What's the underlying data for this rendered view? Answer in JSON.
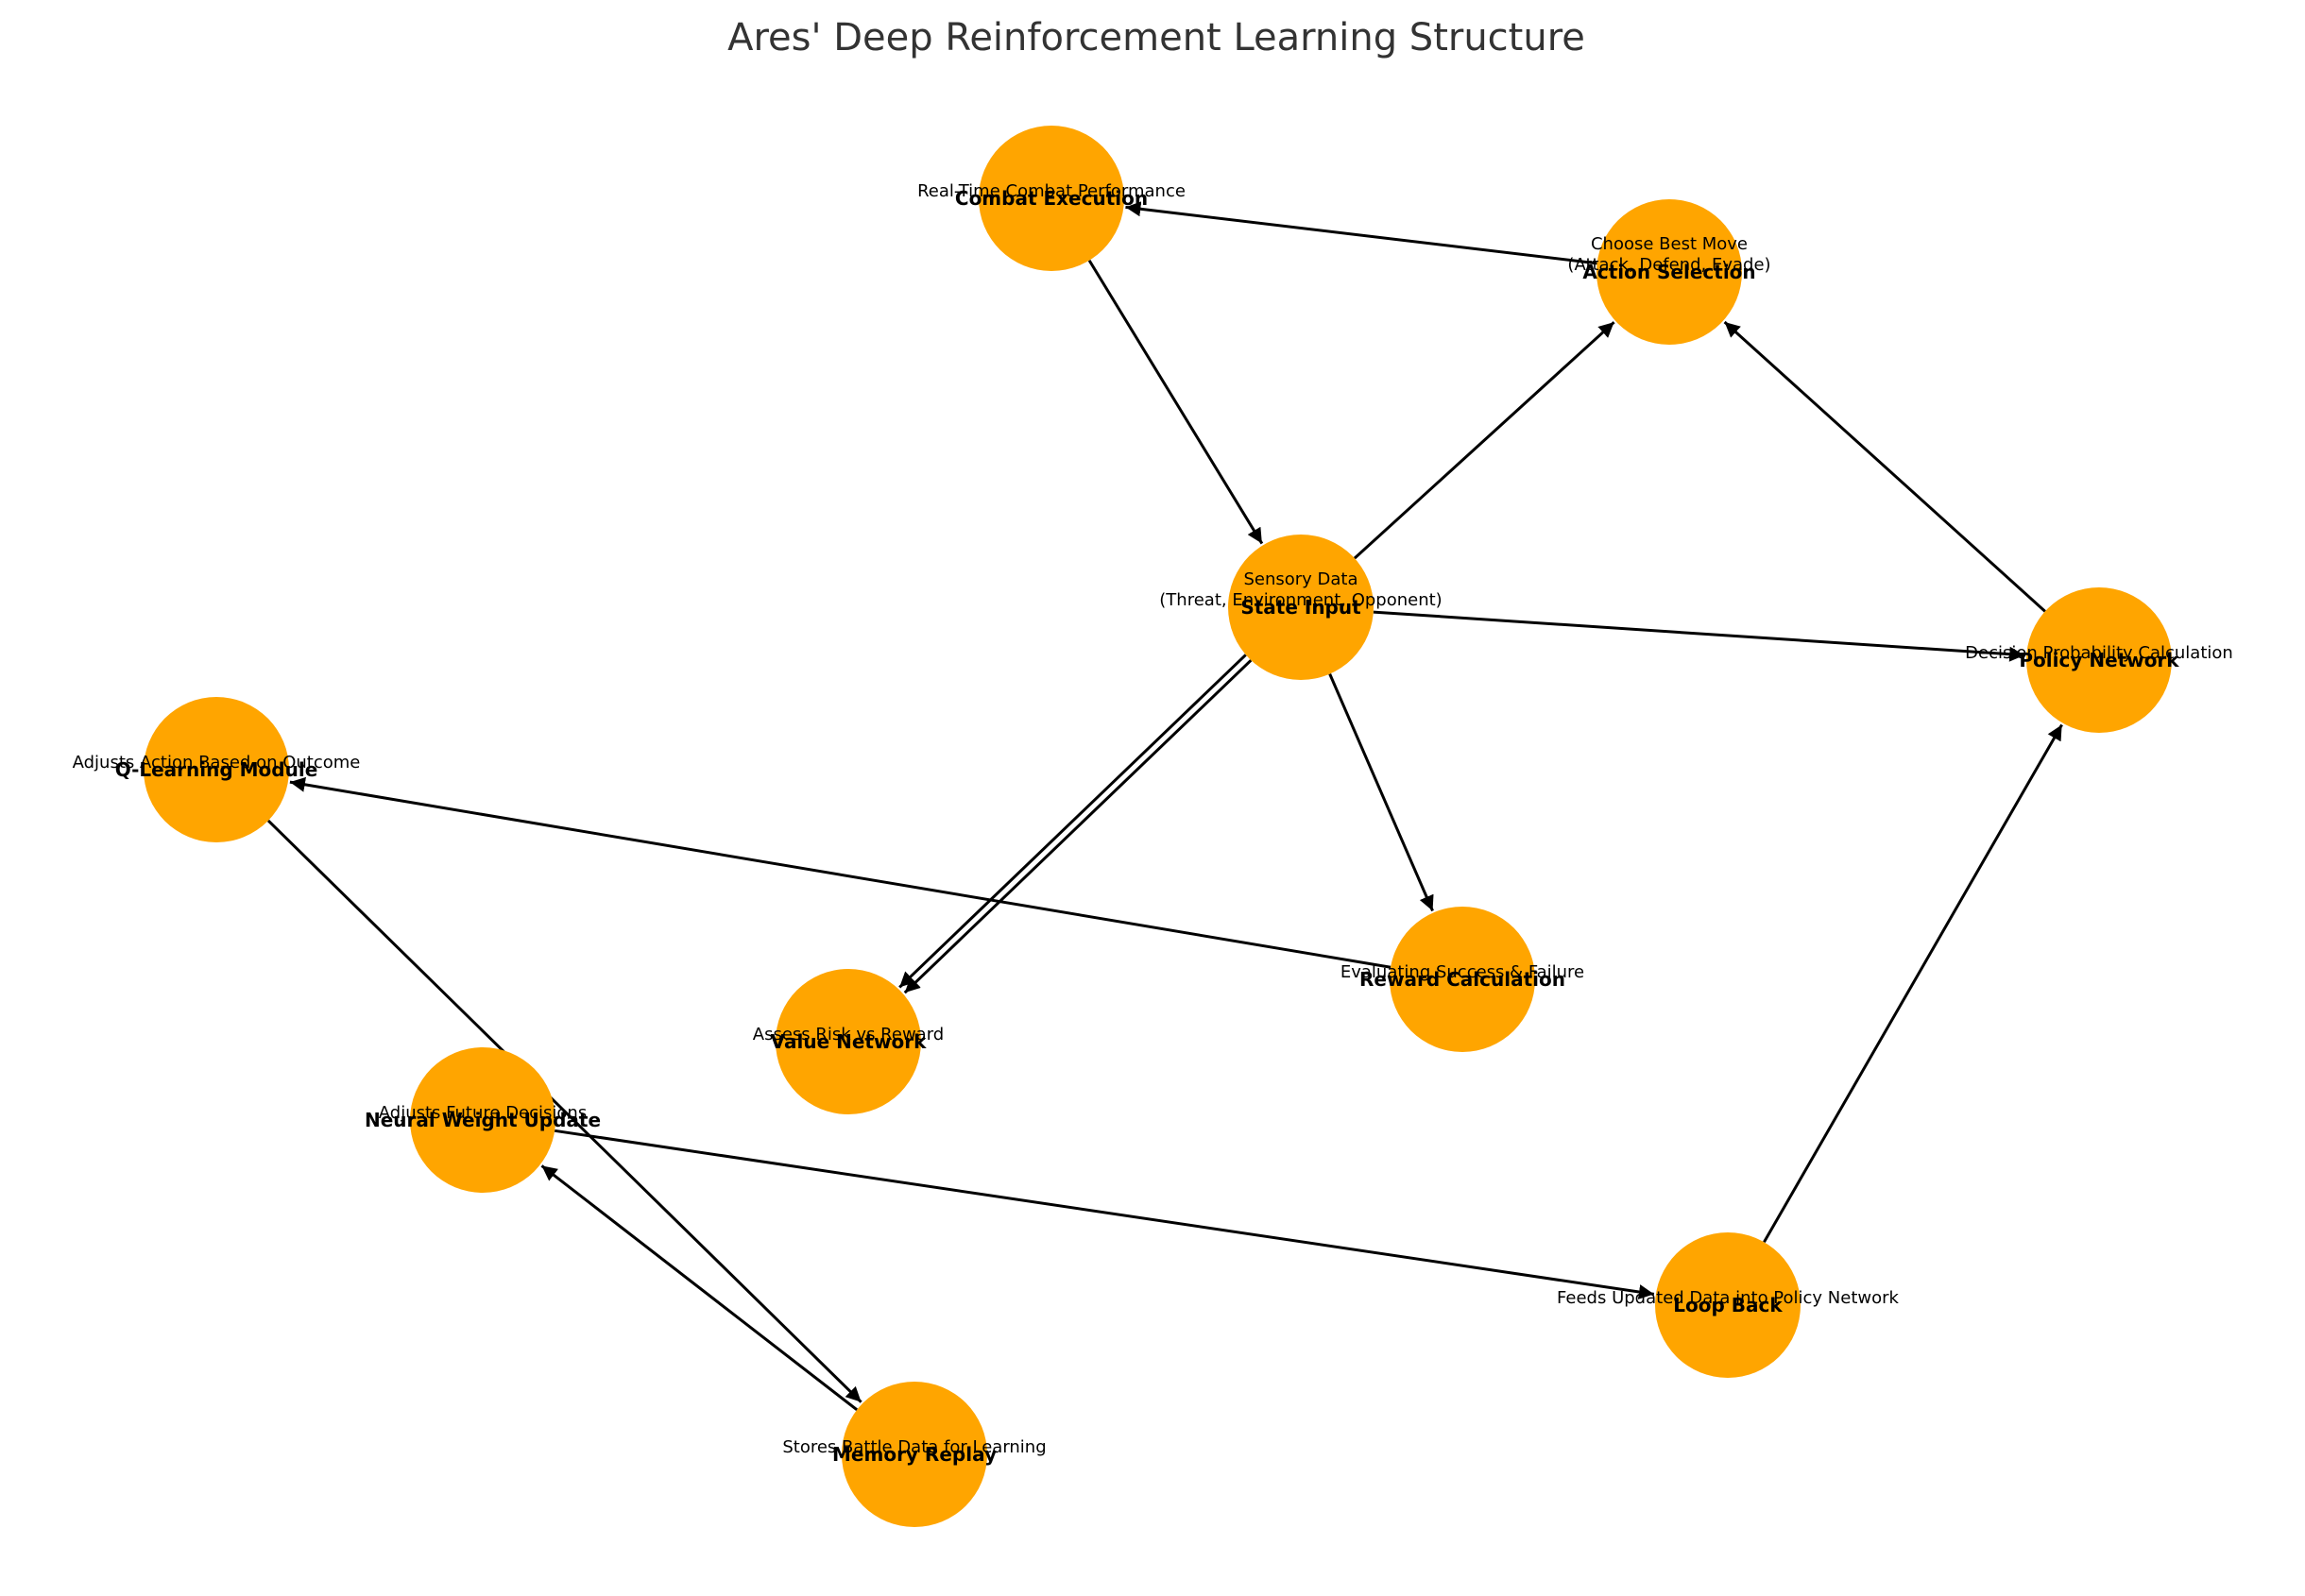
{
  "title": "Ares' Deep Reinforcement Learning Structure",
  "node_color": "#FFA500",
  "nodes": [
    {
      "id": "state",
      "label": "State Input",
      "description": [
        "Sensory Data",
        "(Threat, Environment, Opponent)"
      ]
    },
    {
      "id": "policy",
      "label": "Policy Network",
      "description": [
        "Decision Probability Calculation"
      ]
    },
    {
      "id": "value",
      "label": "Value Network",
      "description": [
        "Assess Risk vs Reward"
      ]
    },
    {
      "id": "action",
      "label": "Action Selection",
      "description": [
        "Choose Best Move",
        "(Attack, Defend, Evade)"
      ]
    },
    {
      "id": "reward",
      "label": "Reward Calculation",
      "description": [
        "Evaluating Success & Failure"
      ]
    },
    {
      "id": "qlearn",
      "label": "Q-Learning Module",
      "description": [
        "Adjusts Action Based on Outcome"
      ]
    },
    {
      "id": "memory",
      "label": "Memory Replay",
      "description": [
        "Stores Battle Data for Learning"
      ]
    },
    {
      "id": "neural",
      "label": "Neural Weight Update",
      "description": [
        "Adjusts Future Decisions"
      ]
    },
    {
      "id": "loop",
      "label": "Loop Back",
      "description": [
        "Feeds Updated Data into Policy Network"
      ]
    },
    {
      "id": "combat",
      "label": "Combat Execution",
      "description": [
        "Real-Time Combat Performance"
      ]
    }
  ],
  "edges": [
    {
      "from": "state",
      "to": "policy"
    },
    {
      "from": "state",
      "to": "value"
    },
    {
      "from": "state",
      "to": "value"
    },
    {
      "from": "state",
      "to": "reward"
    },
    {
      "from": "state",
      "to": "action"
    },
    {
      "from": "policy",
      "to": "action"
    },
    {
      "from": "action",
      "to": "combat"
    },
    {
      "from": "combat",
      "to": "state"
    },
    {
      "from": "reward",
      "to": "qlearn"
    },
    {
      "from": "qlearn",
      "to": "memory"
    },
    {
      "from": "memory",
      "to": "neural"
    },
    {
      "from": "neural",
      "to": "loop"
    },
    {
      "from": "loop",
      "to": "policy"
    }
  ]
}
